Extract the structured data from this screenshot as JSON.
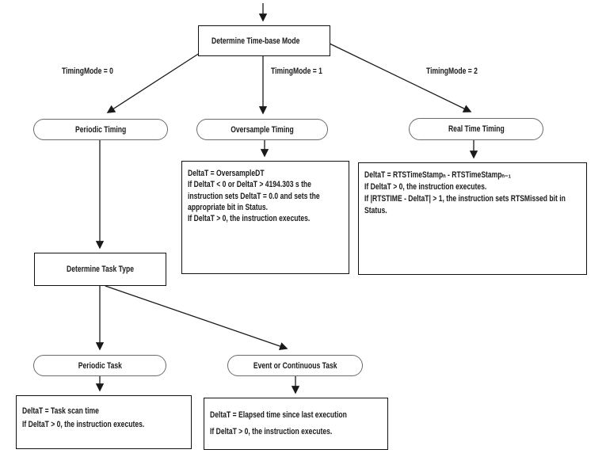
{
  "canvas": {
    "background": "#ffffff",
    "line_color": "#1a1a1a",
    "node_border_color": "#111111",
    "pill_border_color": "#6a6a6a"
  },
  "title_node": {
    "label": "Determine Time-base Mode"
  },
  "branches": [
    {
      "label": "TimingMode = 0"
    },
    {
      "label": "TimingMode = 1"
    },
    {
      "label": "TimingMode = 2"
    }
  ],
  "timing_nodes": [
    {
      "label": "Periodic Timing"
    },
    {
      "label": "Oversample Timing"
    },
    {
      "label": "Real Time Timing"
    }
  ],
  "oversample_detail": {
    "lines": [
      "DeltaT = OversampleDT",
      "If DeltaT < 0 or DeltaT > 4194.303 s the",
      "instruction sets DeltaT = 0.0 and sets the",
      "appropriate bit in Status.",
      "If DeltaT > 0, the instruction executes."
    ]
  },
  "realtime_detail": {
    "lines": [
      "DeltaT = RTSTimeStampₙ - RTSTimeStampₙ₋₁",
      "If DeltaT > 0, the instruction executes.",
      "If |RTSTIME - DeltaT| > 1, the instruction sets RTSMissed bit in",
      "Status."
    ]
  },
  "task_type_node": {
    "label": "Determine Task Type"
  },
  "task_nodes": [
    {
      "label": "Periodic Task"
    },
    {
      "label": "Event or Continuous Task"
    }
  ],
  "periodic_task_detail": {
    "lines": [
      "DeltaT = Task scan time",
      "If DeltaT > 0, the instruction executes."
    ]
  },
  "event_task_detail": {
    "lines": [
      "DeltaT = Elapsed time since last execution",
      "If DeltaT > 0, the instruction executes."
    ]
  }
}
